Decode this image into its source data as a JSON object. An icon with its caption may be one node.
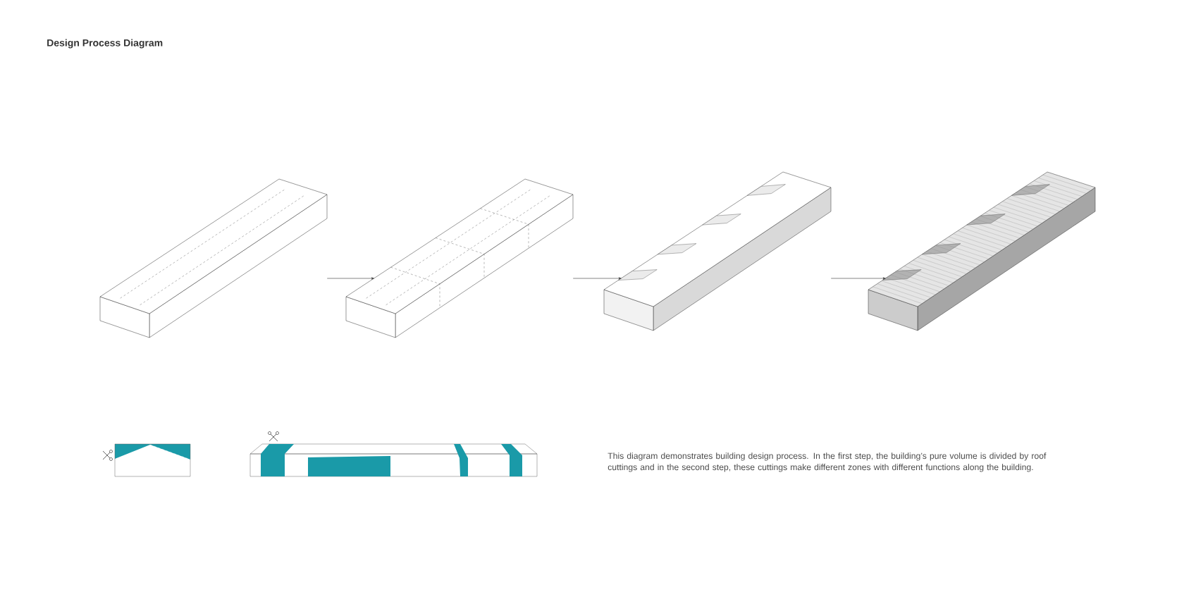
{
  "diagram": {
    "title": "Design Process Diagram",
    "caption": "This diagram demonstrates building design process. In the first step, the building’s pure volume is divided by roof cuttings and in the second step, these cuttings make different zones with different functions along the building.",
    "nodes": [
      {
        "text": [],
        "shape": "picture"
      },
      {
        "text": [],
        "shape": "picture"
      },
      {
        "text": [],
        "shape": "picture"
      },
      {
        "text": [],
        "shape": "picture"
      }
    ],
    "edges": [
      {
        "from": 0,
        "to": 1,
        "arrow": "to"
      },
      {
        "from": 1,
        "to": 2,
        "arrow": "to"
      },
      {
        "from": 2,
        "to": 3,
        "arrow": "to"
      }
    ]
  }
}
